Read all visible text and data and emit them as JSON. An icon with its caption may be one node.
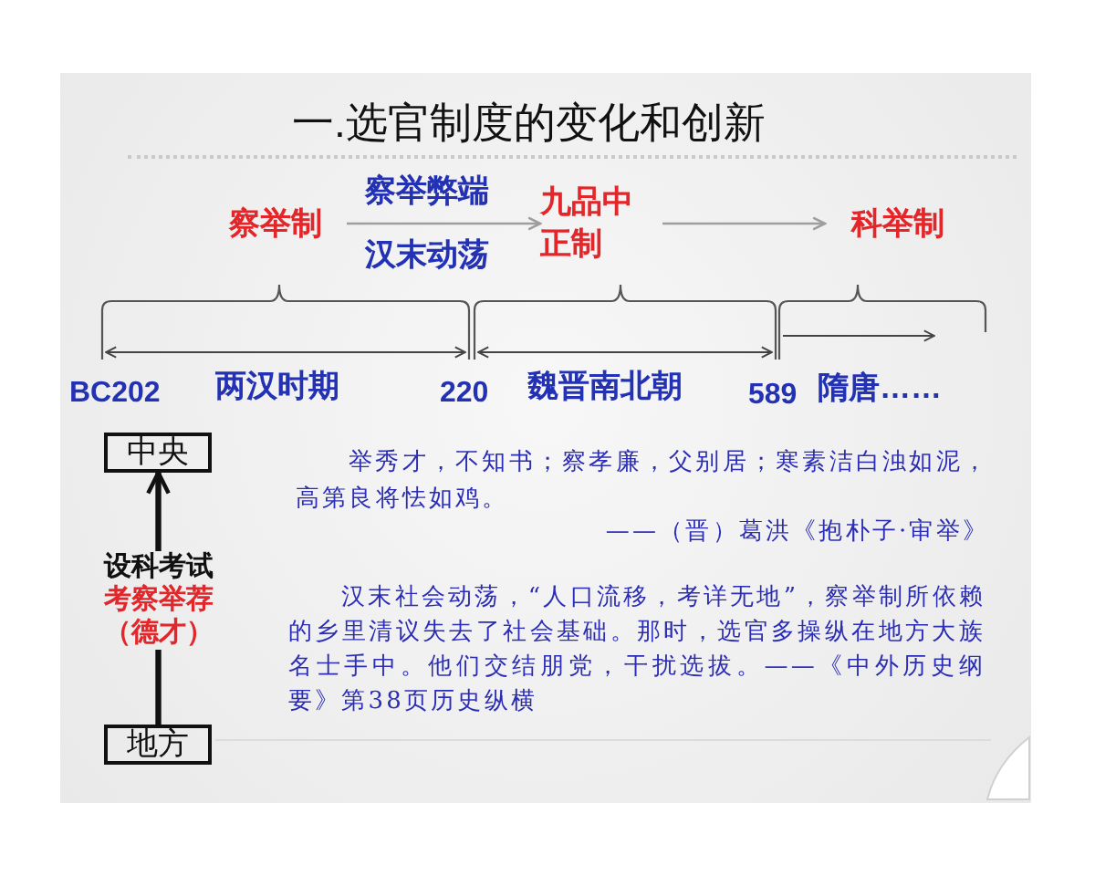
{
  "diagram": {
    "title": "一.选官制度的变化和创新",
    "nodes": [
      {
        "text": [
          "察举制"
        ]
      },
      {
        "text": [
          "九品中正制"
        ]
      },
      {
        "text": [
          "科举制"
        ]
      },
      {
        "text": [
          "中央"
        ]
      },
      {
        "text": [
          "设科考试",
          "考察举荐（德才）"
        ]
      },
      {
        "text": [
          "地方"
        ]
      }
    ],
    "edges": [
      {
        "from": 0,
        "to": 1,
        "arrow": "to",
        "color": "#9e9e9e"
      },
      {
        "from": 1,
        "to": 2,
        "arrow": "to",
        "color": "#9e9e9e"
      },
      {
        "from": 4,
        "to": 3,
        "arrow": "to",
        "style": "thick",
        "color": "#111111"
      },
      {
        "from": 5,
        "to": 4,
        "arrow": "none",
        "style": "thick",
        "color": "#111111"
      }
    ],
    "labels": [
      "察举弊端",
      "汉末动荡",
      "BC202",
      "两汉时期",
      "220",
      "魏晋南北朝",
      "589",
      "隋唐……",
      "举秀才，不知书；察孝廉，父别居；寒素洁白浊如泥，高第良将怯如鸡。",
      "——（晋）葛洪《抱朴子·审举》",
      "汉末社会动荡，“人口流移，考详无地”，察举制所依赖的乡里清议失去了社会基础。那时，选官多操纵在地方大族名士手中。他们交结朋党，干扰选拔。——《中外历史纲要》第38页历史纵横"
    ]
  }
}
